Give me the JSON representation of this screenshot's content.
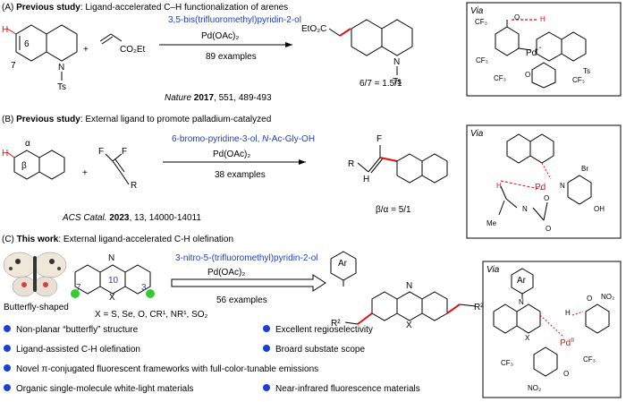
{
  "sectionA": {
    "prefix": "(A) ",
    "bold": "Previous study",
    "rest": ": Ligand-accelerated C–H functionalization of arenes",
    "ligand": "3,5-bis(trifluoromethyl)pyridin-2-ol",
    "catalyst": "Pd(OAc)₂",
    "examples": "89 examples",
    "ester": "EtO₂C",
    "co2et": "CO₂Et",
    "ratio": "6/7 = 1.5/1",
    "ref_journal": "Nature",
    "ref_year": "2017",
    "ref_rest": ", 551, 489-493",
    "pos6": "6",
    "pos7": "7",
    "n": "N",
    "ts": "Ts",
    "plus": "+",
    "via": "Via",
    "cf3": "CF₃",
    "pd": "Pd",
    "o": "O",
    "h": "H"
  },
  "sectionB": {
    "prefix": "(B) ",
    "bold": "Previous study",
    "rest": ": External ligand to promote palladium-catalyzed",
    "ligand_a": "6-bromo-pyridine-3-ol, ",
    "ligand_b": "N",
    "ligand_c": "-Ac-Gly-OH",
    "catalyst": "Pd(OAc)₂",
    "examples": "38 examples",
    "alpha": "α",
    "beta": "β",
    "f": "F",
    "r": "R",
    "h": "H",
    "ratio": "β/α = 5/1",
    "ref_journal": "ACS Catal.",
    "ref_year": "2023",
    "ref_rest": ", 13, 14000-14011",
    "via": "Via",
    "br": "Br",
    "oh": "OH",
    "me": "Me",
    "pd": "Pd",
    "n": "N",
    "o": "O"
  },
  "sectionC": {
    "prefix": "(C) ",
    "bold": "This work",
    "rest": ": External ligand-accelerated C-H olefination",
    "ligand": "3-nitro-5-(trifluoromethyl)pyridin-2-ol",
    "catalyst": "Pd(OAc)₂",
    "examples": "56 examples",
    "butterfly": "Butterfly-shaped",
    "x_def": "X = S, Se, O, CR¹, NR¹, SO₂",
    "pos10": "10",
    "pos7": "7",
    "pos3": "3",
    "n": "N",
    "x": "X",
    "ar": "Ar",
    "r2": "R²",
    "via": "Via",
    "cf3": "CF₃",
    "no2": "NO₂",
    "pd": "Pd",
    "pd_ox": "II",
    "h": "H",
    "o": "O"
  },
  "bullets": [
    "Non-planar “butterfly” structure",
    "Excellent regioselectivity",
    "Ligand-assisted C-H olefination",
    "Broard substate scope",
    "Novel  π-conjugated fluorescent frameworks with full-color-tunable emissions",
    "Organic single-molecule white-light materials",
    "Near-infrared fluorescence materials"
  ],
  "colors": {
    "accent_blue": "#1f3fbf",
    "red": "#dd1111",
    "green": "#33cc33",
    "bullet": "#1a3fd6"
  }
}
